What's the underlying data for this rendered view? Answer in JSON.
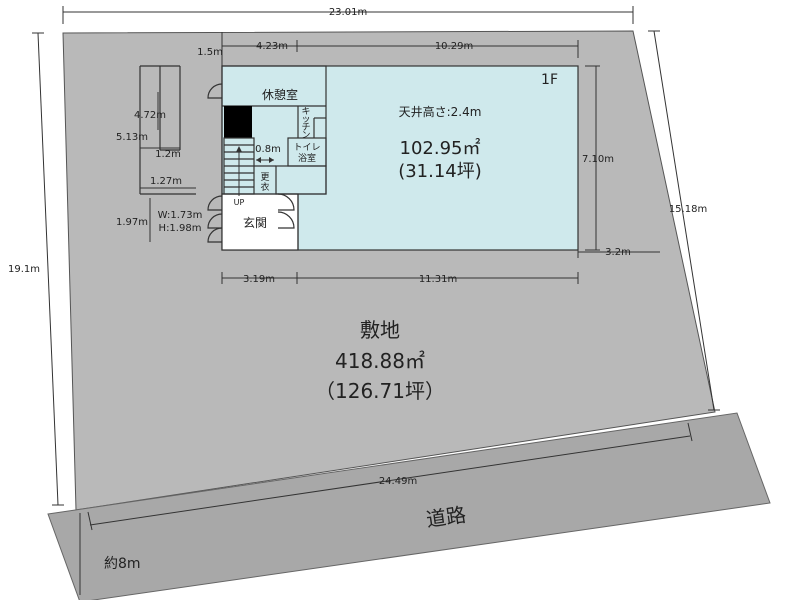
{
  "colors": {
    "lot": "#b9b9b9",
    "road": "#a8a8a8",
    "building": "#cfe9ec",
    "wall": "#333333",
    "stair_block": "#000000"
  },
  "lot": {
    "name": "敷地",
    "area_m2": "418.88㎡",
    "area_tsubo": "（126.71坪）"
  },
  "road": {
    "name": "道路",
    "width": "約8m"
  },
  "building": {
    "floor": "1F",
    "ceiling": "天井高さ:2.4m",
    "area_m2": "102.95㎡",
    "area_tsubo": "(31.14坪)"
  },
  "rooms": {
    "lounge": "休憩室",
    "kitchen": [
      "キ",
      "ッ",
      "チ",
      "ン"
    ],
    "toilet_line1": "トイレ",
    "toilet_line2": "浴室",
    "changing": [
      "更",
      "衣"
    ],
    "entrance": "玄関",
    "up": "UP"
  },
  "dimensions": {
    "lot_top": "23.01m",
    "lot_left": "19.1m",
    "lot_right": "15.18m",
    "lot_bottom": "24.49m",
    "setback_top": "1.5m",
    "top_left": "4.23m",
    "top_right": "10.29m",
    "building_height": "7.10m",
    "setback_right": "3.2m",
    "bottom_left": "3.19m",
    "bottom_right": "11.31m",
    "stair_4_72": "4.72m",
    "stair_5_13": "5.13m",
    "stair_1_2": "1.2m",
    "stair_1_27": "1.27m",
    "left_1_97": "1.97m",
    "door_w": "W:1.73m",
    "door_h": "H:1.98m",
    "stair_0_8": "0.8m"
  }
}
